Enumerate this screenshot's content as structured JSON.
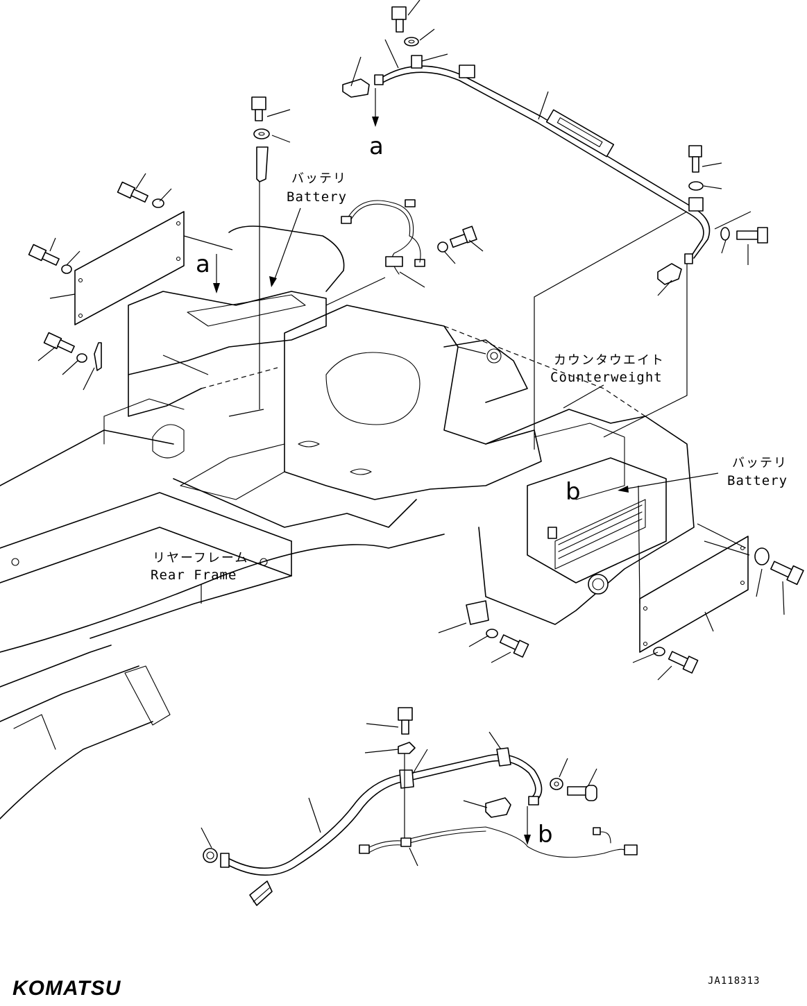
{
  "labels": {
    "battery_top_jp": "バッテリ",
    "battery_top_en": "Battery",
    "counterweight_jp": "カウンタウエイト",
    "counterweight_en": "Counterweight",
    "battery_right_jp": "バッテリ",
    "battery_right_en": "Battery",
    "rear_frame_jp": "リヤーフレーム",
    "rear_frame_en": "Rear Frame"
  },
  "markers": {
    "a_top": "a",
    "a_left": "a",
    "b_right": "b",
    "b_bottom": "b"
  },
  "footer": {
    "logo": "KOMATSU",
    "drawing_code": "JA118313"
  }
}
